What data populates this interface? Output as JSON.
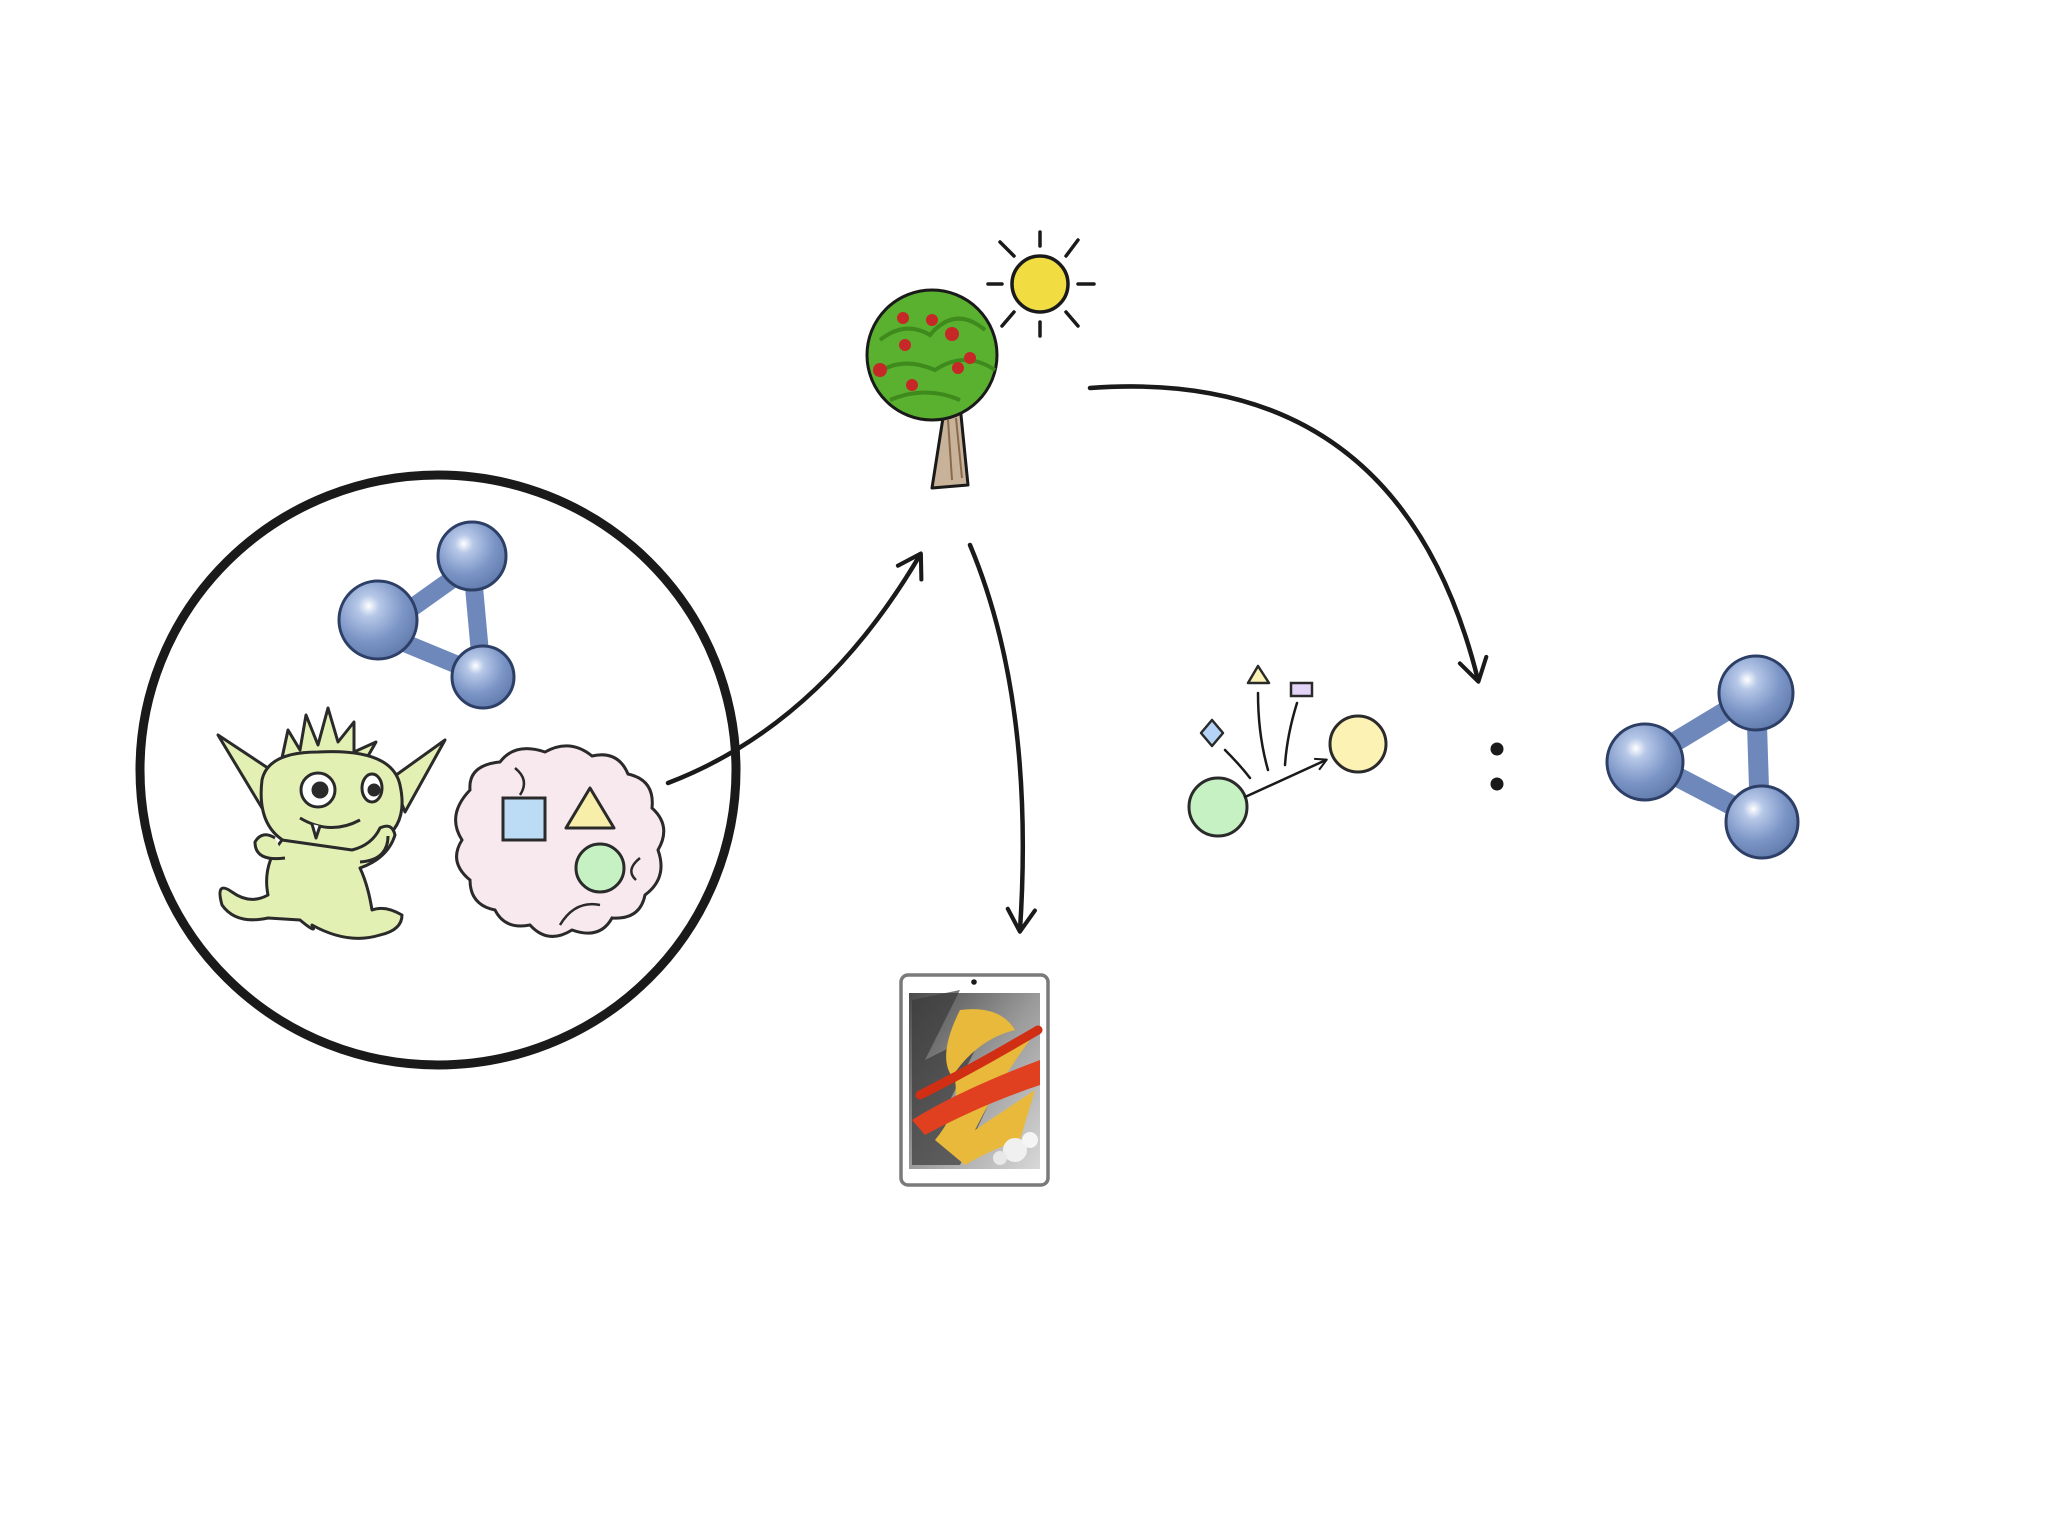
{
  "colors": {
    "background": "#ffffff",
    "ink": "#1a1a1a",
    "molecule_blue": "#7b95c6",
    "goblin_green": "#e2f0b4",
    "brain_pink": "#f8e9ee",
    "square_blue": "#bcdcf6",
    "triangle_yellow": "#f7efa9",
    "circle_green": "#c5f1c3",
    "circle_yellow": "#fbf2b4",
    "tree_green": "#5ab12f",
    "apple_red": "#c62828",
    "sun_yellow": "#f1dd42",
    "trunk_brown": "#8a6a4a",
    "tablet_frame": "#8c8c8c",
    "rect_purple": "#e3d3f7",
    "diamond_blue": "#b4d3f7"
  },
  "icons": {
    "agent_group": [
      "outline-circle",
      "molecule-icon",
      "goblin-icon",
      "brain-icon",
      "square-icon",
      "triangle-icon",
      "circle-icon"
    ],
    "environment": [
      "tree-icon",
      "sun-icon"
    ],
    "outputs": [
      "tablet-icon",
      "painting-icon"
    ],
    "interaction": [
      "green-circle-icon",
      "yellow-circle-icon",
      "diamond-icon",
      "triangle-icon",
      "rectangle-icon"
    ],
    "result": [
      "colon-icon",
      "molecule-icon"
    ]
  },
  "connections": [
    {
      "from": "agent-group",
      "to": "environment"
    },
    {
      "from": "environment",
      "to": "tablet"
    },
    {
      "from": "environment",
      "to": "molecule-result"
    }
  ]
}
